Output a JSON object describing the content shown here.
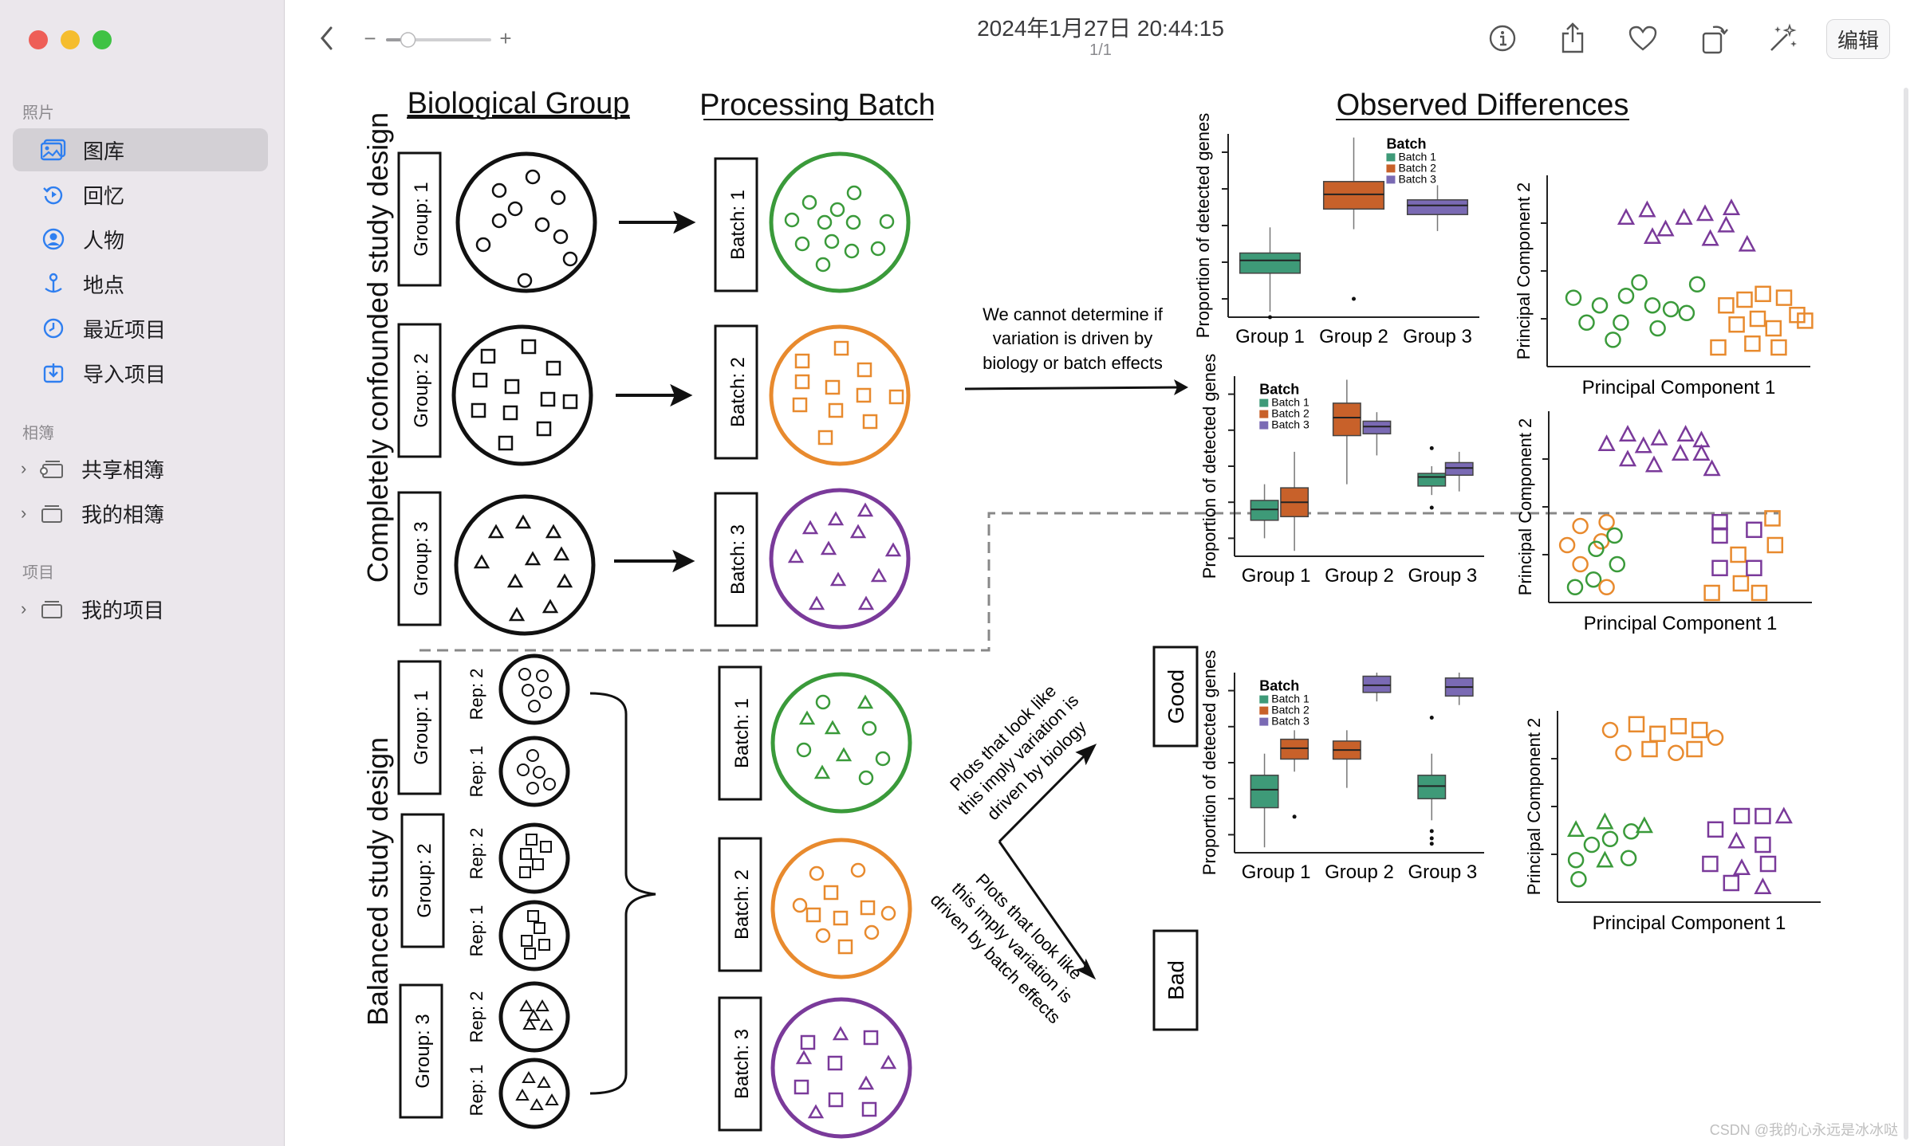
{
  "window": {
    "title": "2024年1月27日 20:44:15",
    "page_indicator": "1/1",
    "edit_button": "编辑",
    "zoom_minus": "−",
    "zoom_plus": "+",
    "zoom_level": 0.2
  },
  "sidebar": {
    "section_photos": "照片",
    "items": [
      {
        "label": "图库",
        "icon": "library-icon",
        "selected": true
      },
      {
        "label": "回忆",
        "icon": "memories-icon"
      },
      {
        "label": "人物",
        "icon": "people-icon"
      },
      {
        "label": "地点",
        "icon": "places-icon"
      },
      {
        "label": "最近项目",
        "icon": "recents-icon"
      },
      {
        "label": "导入项目",
        "icon": "imports-icon"
      }
    ],
    "section_albums": "相簿",
    "albums": [
      {
        "label": "共享相簿",
        "icon": "shared-album-icon"
      },
      {
        "label": "我的相簿",
        "icon": "album-icon"
      }
    ],
    "section_projects": "项目",
    "projects": [
      {
        "label": "我的项目",
        "icon": "project-icon"
      }
    ]
  },
  "toolbar_icons": [
    "back-icon",
    "info-icon",
    "share-icon",
    "favorite-icon",
    "rotate-icon",
    "enhance-icon"
  ],
  "colors": {
    "green": "#3a9a3a",
    "orange": "#e88a2e",
    "purple": "#7a3a9a",
    "box_green": "#3e9a78",
    "box_orange": "#c8612a",
    "box_purple": "#7a6ab4"
  },
  "figure": {
    "header_bio": "Biological Group",
    "header_batch": "Processing Batch",
    "header_obs": "Observed Differences",
    "confounded_label": "Completely confounded study design",
    "balanced_label": "Balanced study design",
    "groups": [
      "Group: 1",
      "Group: 2",
      "Group: 3"
    ],
    "batches": [
      "Batch: 1",
      "Batch: 2",
      "Batch: 3"
    ],
    "reps": [
      "Rep: 2",
      "Rep: 1",
      "Rep: 2",
      "Rep: 1",
      "Rep: 2",
      "Rep: 1"
    ],
    "cannot_text_1": "We cannot determine if",
    "cannot_text_2": "variation is driven by",
    "cannot_text_3": "biology or batch effects",
    "good_text_1": "Plots that look like",
    "good_text_2": "this imply variation is",
    "good_text_3": "driven by biology",
    "bad_text_1": "Plots that look like",
    "bad_text_2": "this imply variation is",
    "bad_text_3": "driven by batch effects",
    "good_label": "Good",
    "bad_label": "Bad",
    "box_ylabel": "Proportion of detected genes",
    "box_xticks": [
      "Group 1",
      "Group 2",
      "Group 3"
    ],
    "legend_title": "Batch",
    "legend_items": [
      "Batch 1",
      "Batch 2",
      "Batch 3"
    ],
    "pca_xlabel": "Principal Component 1",
    "pca_ylabel": "Principal Component 2"
  },
  "watermark": "CSDN @我的心永远是冰冰哒"
}
